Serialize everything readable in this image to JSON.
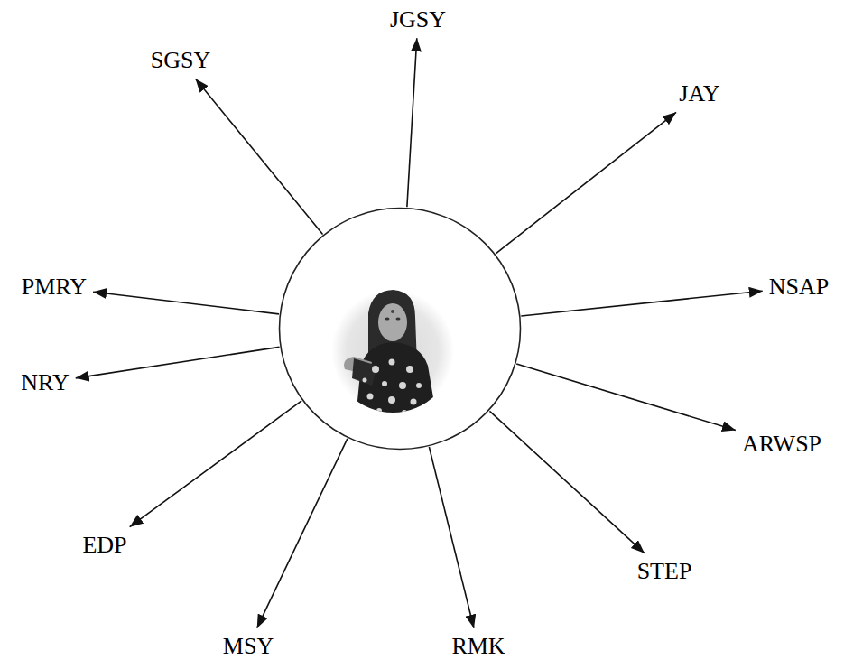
{
  "diagram": {
    "nodes": [
      {
        "text": []
      },
      {
        "text": [
          "JGSY"
        ]
      },
      {
        "text": [
          "JAY"
        ]
      },
      {
        "text": [
          "NSAP"
        ]
      },
      {
        "text": [
          "ARWSP"
        ]
      },
      {
        "text": [
          "STEP"
        ]
      },
      {
        "text": [
          "RMK"
        ]
      },
      {
        "text": [
          "MSY"
        ]
      },
      {
        "text": [
          "EDP"
        ]
      },
      {
        "text": [
          "NRY"
        ]
      },
      {
        "text": [
          "PMRY"
        ]
      },
      {
        "text": [
          "SGSY"
        ]
      }
    ],
    "edges": [
      {
        "from": 0,
        "to": 1,
        "arrow": "to"
      },
      {
        "from": 0,
        "to": 2,
        "arrow": "to"
      },
      {
        "from": 0,
        "to": 3,
        "arrow": "to"
      },
      {
        "from": 0,
        "to": 4,
        "arrow": "to"
      },
      {
        "from": 0,
        "to": 5,
        "arrow": "to"
      },
      {
        "from": 0,
        "to": 6,
        "arrow": "to"
      },
      {
        "from": 0,
        "to": 7,
        "arrow": "to"
      },
      {
        "from": 0,
        "to": 8,
        "arrow": "to"
      },
      {
        "from": 0,
        "to": 9,
        "arrow": "to"
      },
      {
        "from": 0,
        "to": 10,
        "arrow": "to"
      },
      {
        "from": 0,
        "to": 11,
        "arrow": "to"
      }
    ]
  }
}
